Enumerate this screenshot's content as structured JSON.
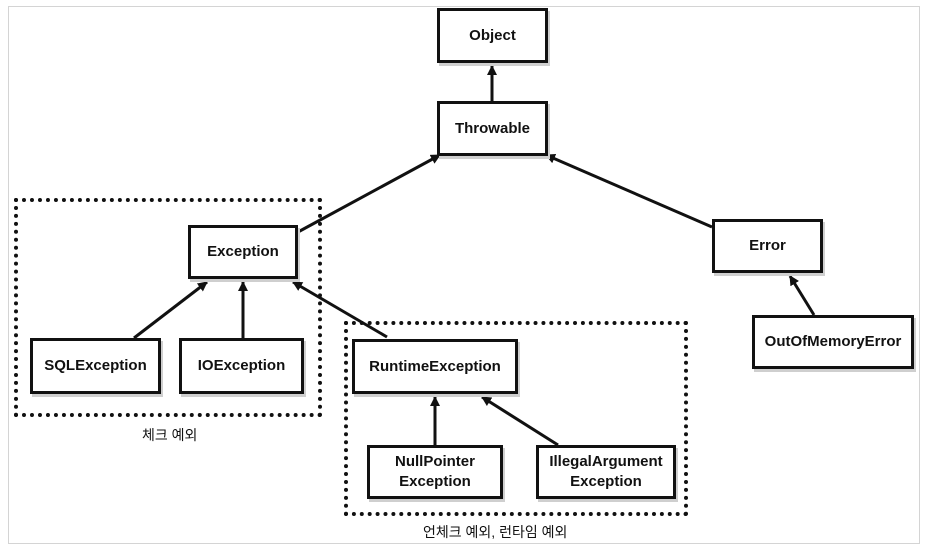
{
  "diagram": {
    "nodes": {
      "object": "Object",
      "throwable": "Throwable",
      "exception": "Exception",
      "error": "Error",
      "sql_exception": "SQLException",
      "io_exception": "IOException",
      "runtime_exception": "RuntimeException",
      "out_of_memory_error": "OutOfMemoryError",
      "null_pointer_exception": "NullPointer\nException",
      "illegal_argument_exception": "IllegalArgument\nException"
    },
    "groups": {
      "checked_label": "체크 예외",
      "unchecked_label": "언체크 예외, 런타임 예외"
    },
    "edges": [
      {
        "from": "throwable",
        "to": "object"
      },
      {
        "from": "exception",
        "to": "throwable"
      },
      {
        "from": "error",
        "to": "throwable"
      },
      {
        "from": "sql_exception",
        "to": "exception"
      },
      {
        "from": "io_exception",
        "to": "exception"
      },
      {
        "from": "runtime_exception",
        "to": "exception"
      },
      {
        "from": "out_of_memory_error",
        "to": "error"
      },
      {
        "from": "null_pointer_exception",
        "to": "runtime_exception"
      },
      {
        "from": "illegal_argument_exception",
        "to": "runtime_exception"
      }
    ]
  }
}
